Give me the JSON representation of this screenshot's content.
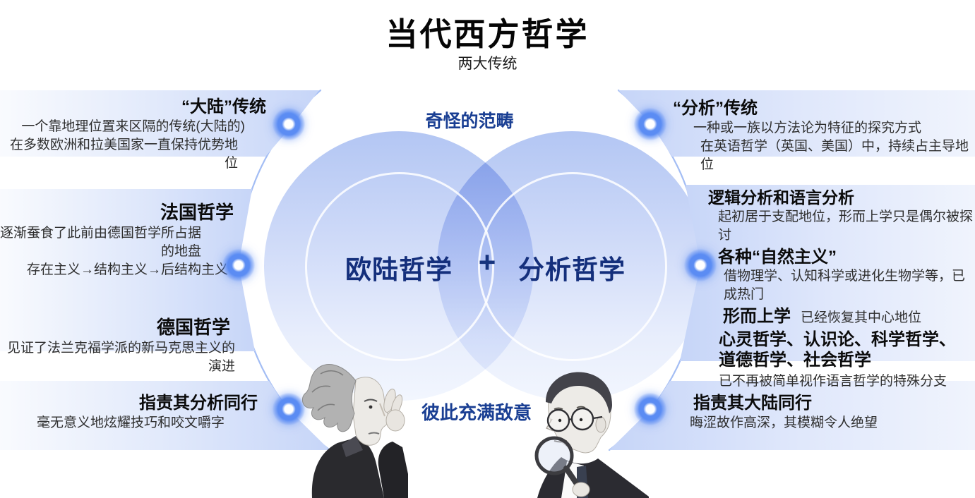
{
  "header": {
    "title": "当代西方哲学",
    "subtitle": "两大传统"
  },
  "venn": {
    "top_note": "奇怪的范畴",
    "bottom_note": "彼此充满敌意",
    "left_circle_label": "欧陆哲学",
    "right_circle_label": "分析哲学",
    "plus": "+"
  },
  "panels": {
    "left_top": {
      "title": "“大陆”传统",
      "line1": "一个靠地理位置来区隔的传统(大陆的)",
      "line2": "在多数欧洲和拉美国家一直保持优势地位"
    },
    "left_mid": {
      "french_title": "法国哲学",
      "french_line1": "逐渐蚕食了此前由德国哲学所占据的地盘",
      "french_line2": "存在主义→结构主义→后结构主义",
      "german_title": "德国哲学",
      "german_line1": "见证了法兰克福学派的新马克思主义的演进"
    },
    "left_bottom": {
      "title": "指责其分析同行",
      "line1": "毫无意义地炫耀技巧和咬文嚼字"
    },
    "right_top": {
      "title": "“分析”传统",
      "line1": "一种或一族以方法论为特征的探究方式",
      "line2": "在英语哲学（英国、美国）中，持续占主导地位"
    },
    "right_mid": {
      "logic_title": "逻辑分析和语言分析",
      "logic_line": "起初居于支配地位，形而上学只是偶尔被探讨",
      "naturalism_title": "各种“自然主义”",
      "naturalism_line": "借物理学、认知科学或进化生物学等，已成热门",
      "metaphysics_title": "形而上学",
      "metaphysics_note": "已经恢复其中心地位",
      "fields_title_line1": "心灵哲学、认识论、科学哲学、",
      "fields_title_line2": "道德哲学、社会哲学",
      "fields_line": "已不再被简单视作语言哲学的特殊分支"
    },
    "right_bottom": {
      "title": "指责其大陆同行",
      "line1": "晦涩故作高深，其模糊令人绝望"
    }
  },
  "icons": {
    "left_portrait": "continental-philosopher-portrait",
    "right_portrait": "analytic-philosopher-portrait",
    "connector_dot": "glow-dot"
  },
  "colors": {
    "deep_blue_text": "#142f7c",
    "note_blue_text": "#1a3f93",
    "dot_blue": "#5b8cf3",
    "bar_blue": "#c6d5f8",
    "circle_blue_top": "#b3c6f3",
    "overlap_blue": "#839ee9",
    "background": "#ffffff"
  }
}
